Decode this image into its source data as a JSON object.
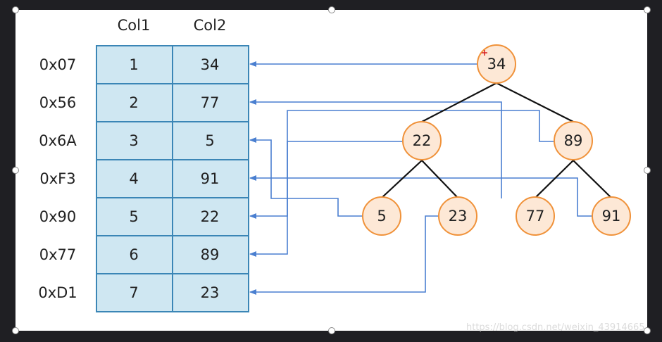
{
  "columns": [
    "Col1",
    "Col2"
  ],
  "rows": [
    {
      "address": "0x07",
      "col1": "1",
      "col2": "34"
    },
    {
      "address": "0x56",
      "col1": "2",
      "col2": "77"
    },
    {
      "address": "0x6A",
      "col1": "3",
      "col2": "5"
    },
    {
      "address": "0xF3",
      "col1": "4",
      "col2": "91"
    },
    {
      "address": "0x90",
      "col1": "5",
      "col2": "22"
    },
    {
      "address": "0x77",
      "col1": "6",
      "col2": "89"
    },
    {
      "address": "0xD1",
      "col1": "7",
      "col2": "23"
    }
  ],
  "tree_nodes": {
    "root": "34",
    "left": "22",
    "right": "89",
    "left_left": "5",
    "left_right": "23",
    "right_left": "77",
    "right_right": "91"
  },
  "watermark": "https://blog.csdn.net/weixin_43914665",
  "colors": {
    "table_fill": "#cfe7f2",
    "table_border": "#3b86b6",
    "node_fill": "#fde8d6",
    "node_border": "#f0923a",
    "arrow": "#4a7fd0",
    "edge": "#111111"
  }
}
